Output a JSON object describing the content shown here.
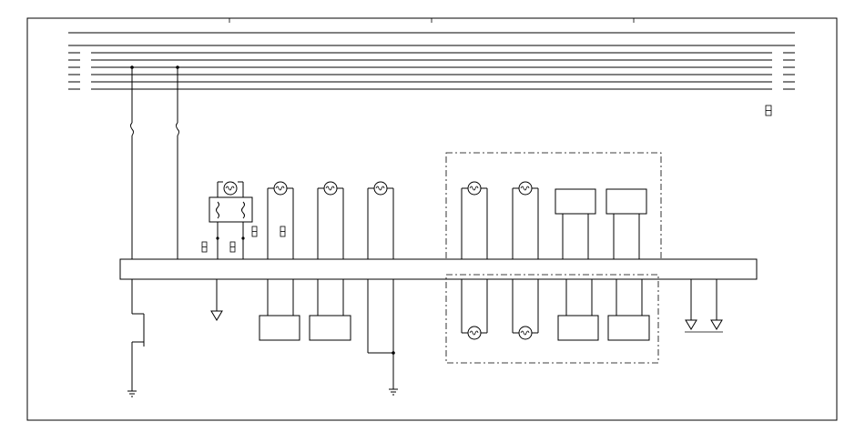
{
  "diagram": {
    "kind": "wiring-schematic",
    "has_text_labels": false,
    "line_color": "#000000",
    "background_color": "#ffffff",
    "bus_lines_count": 7,
    "connector_block": "horizontal-bar",
    "symbols": {
      "bulbs_upper": 5,
      "bulbs_lower": 2,
      "modules_upper": 2,
      "modules_lower": 4,
      "ground_symbols": 3,
      "earth_grounds": 2,
      "fusible_links": 2,
      "dashed_groups": 2
    }
  }
}
